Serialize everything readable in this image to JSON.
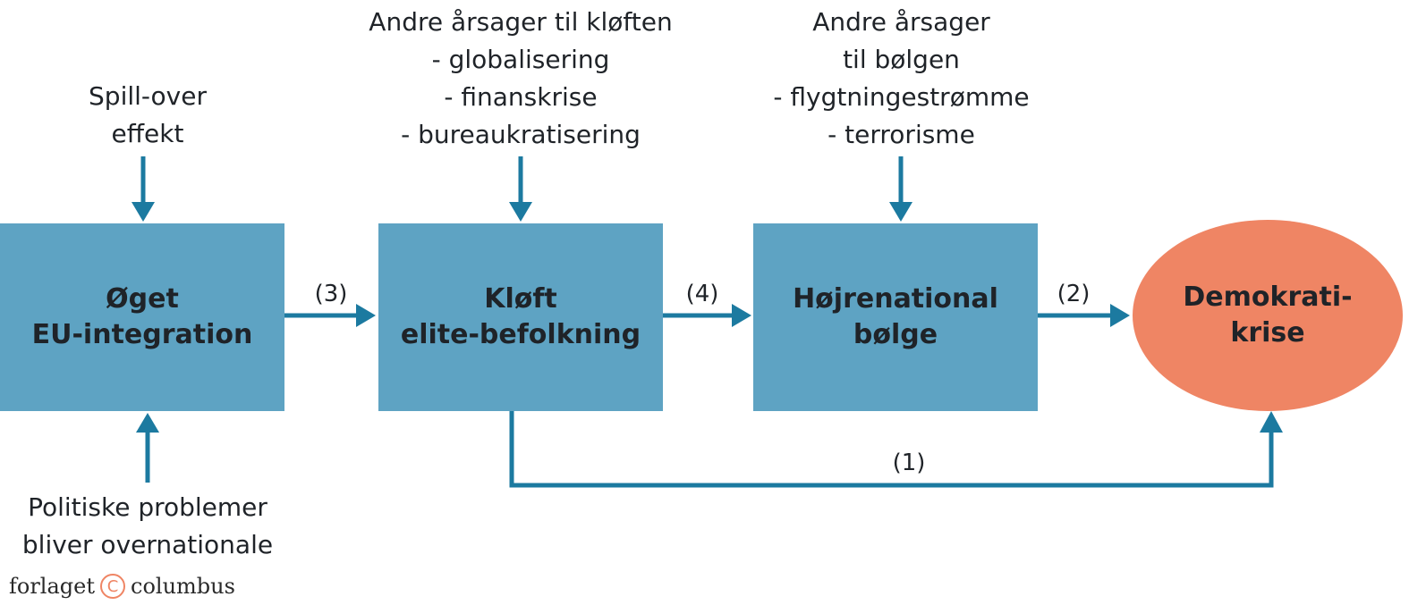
{
  "nodes": {
    "eu_integration": [
      "Øget",
      "EU-integration"
    ],
    "cleavage": [
      "Kløft",
      "elite-befolkning"
    ],
    "nationalist_wave": [
      "Højrenational",
      "bølge"
    ],
    "democracy_crisis": [
      "Demokrati-",
      "krise"
    ]
  },
  "inputs": {
    "spillover": [
      "Spill-over",
      "effekt"
    ],
    "cleavage_causes": [
      "Andre årsager til kløften",
      "- globalisering",
      "- finanskrise",
      "- bureaukratisering"
    ],
    "wave_causes": [
      "Andre årsager",
      "til bølgen",
      "- flygtningestrømme",
      "- terrorisme"
    ],
    "political_problems": [
      "Politiske problemer",
      "bliver overnationale"
    ]
  },
  "steps": {
    "s1": "(1)",
    "s2": "(2)",
    "s3": "(3)",
    "s4": "(4)"
  },
  "brand": {
    "left": "forlaget",
    "symbol": "C",
    "right": "columbus"
  },
  "colors": {
    "box_fill": "#5ea3c3",
    "ellipse_fill": "#ef8564",
    "arrow": "#1c7aa0",
    "text": "#1f2328"
  }
}
